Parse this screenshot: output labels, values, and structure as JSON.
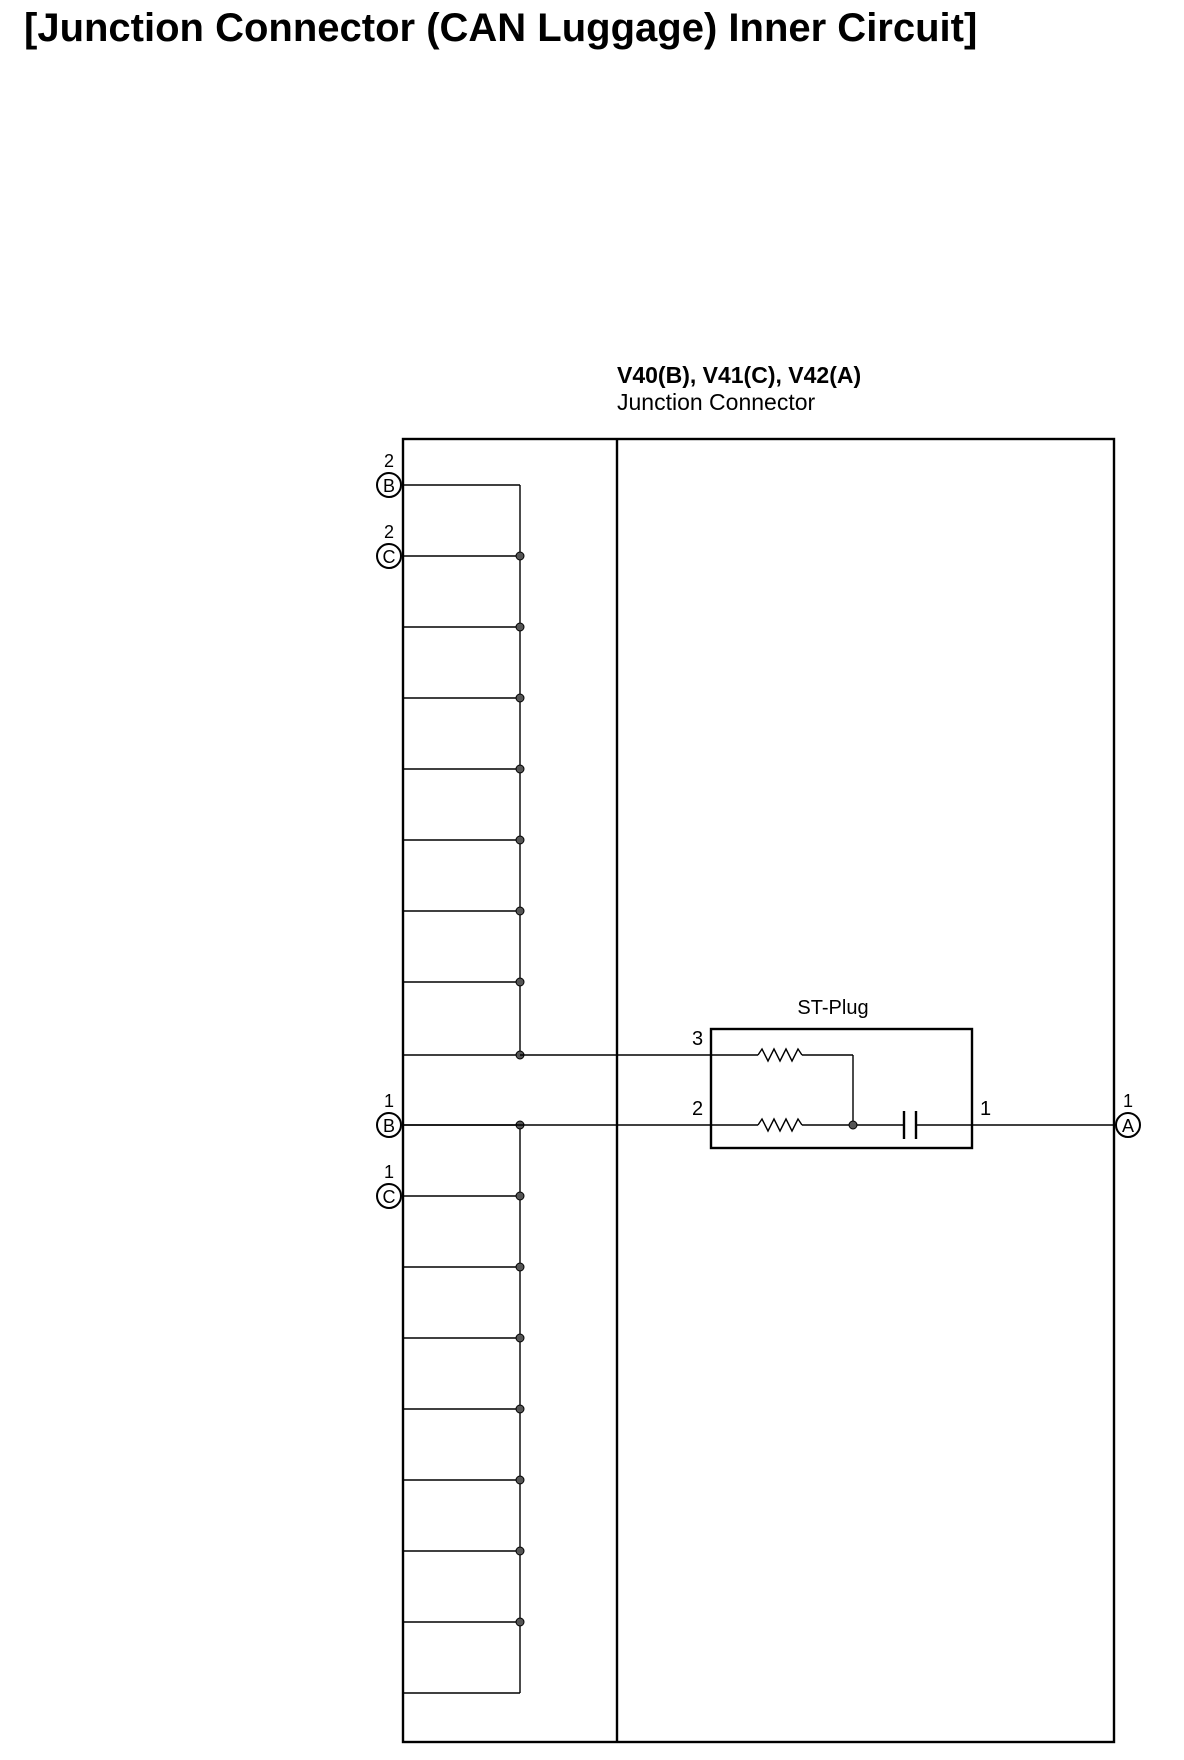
{
  "title": "[Junction Connector (CAN Luggage) Inner Circuit]",
  "component": {
    "id_line": "V40(B), V41(C), V42(A)",
    "name": "Junction Connector"
  },
  "st_plug": {
    "label": "ST-Plug",
    "pins": [
      "3",
      "2",
      "1"
    ]
  },
  "terminals": [
    {
      "letter": "B",
      "pin": "2"
    },
    {
      "letter": "C",
      "pin": "2"
    },
    {
      "letter": "B",
      "pin": "1"
    },
    {
      "letter": "C",
      "pin": "1"
    },
    {
      "letter": "A",
      "pin": "1"
    }
  ]
}
